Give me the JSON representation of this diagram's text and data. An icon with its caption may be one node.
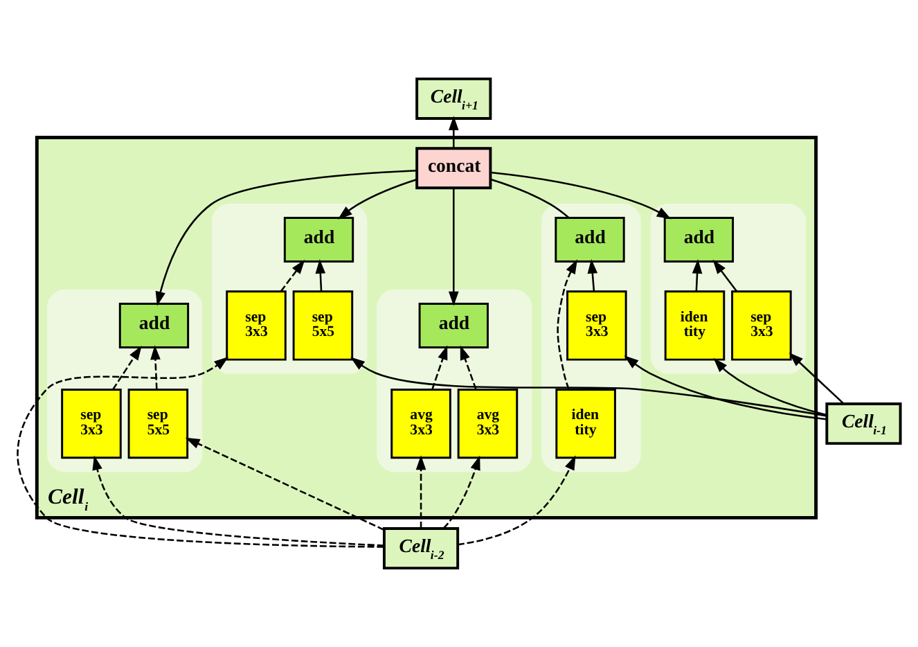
{
  "diagram": {
    "nodes": [
      {
        "text": [
          "Cell$_{i+1}$"
        ]
      },
      {
        "text": [
          "Cell$_{i}$"
        ]
      },
      {
        "text": [
          "concat"
        ],
        "in": 1
      },
      {
        "text": [],
        "shape": "box",
        "in": 1
      },
      {
        "text": [
          "add"
        ],
        "in": 3
      },
      {
        "text": [
          "sep 3x3"
        ],
        "in": 3
      },
      {
        "text": [
          "iden tity"
        ],
        "in": 3
      },
      {
        "text": [],
        "shape": "box",
        "in": 1
      },
      {
        "text": [
          "add"
        ],
        "in": 7
      },
      {
        "text": [
          "sep 3x3"
        ],
        "in": 7
      },
      {
        "text": [
          "sep 5x5"
        ],
        "in": 7
      },
      {
        "text": [],
        "shape": "box",
        "in": 1
      },
      {
        "text": [
          "add"
        ],
        "in": 11
      },
      {
        "text": [
          "sep 3x3"
        ],
        "in": 11
      },
      {
        "text": [
          "iden tity"
        ],
        "in": 11
      },
      {
        "text": [],
        "shape": "box",
        "in": 1
      },
      {
        "text": [
          "add"
        ],
        "in": 15
      },
      {
        "text": [
          "avg 3x3"
        ],
        "in": 15
      },
      {
        "text": [
          "avg 3x3"
        ],
        "in": 15
      },
      {
        "text": [],
        "shape": "box",
        "in": 1
      },
      {
        "text": [
          "add"
        ],
        "in": 19
      },
      {
        "text": [
          "sep 5x5"
        ],
        "in": 19
      },
      {
        "text": [
          "sep 3x3"
        ],
        "in": 19
      },
      {
        "text": [
          "Cell$_{i-1}$"
        ]
      },
      {
        "text": [
          "Cell$_{i-2}$"
        ]
      }
    ],
    "edges": [
      {
        "from": 2,
        "to": 0,
        "arrow": "to"
      },
      {
        "from": 2,
        "to": 4,
        "arrow": "to"
      },
      {
        "from": 2,
        "to": 8,
        "arrow": "to"
      },
      {
        "from": 2,
        "to": 12,
        "arrow": "none"
      },
      {
        "from": 2,
        "to": 16,
        "arrow": "to"
      },
      {
        "from": 2,
        "to": 20,
        "arrow": "to"
      },
      {
        "from": 5,
        "to": 4,
        "arrow": "to"
      },
      {
        "from": 6,
        "to": 4,
        "arrow": "to"
      },
      {
        "from": 9,
        "to": 8,
        "arrow": "to",
        "style": "dashed"
      },
      {
        "from": 10,
        "to": 8,
        "arrow": "to"
      },
      {
        "from": 13,
        "to": 12,
        "arrow": "to"
      },
      {
        "from": 14,
        "to": 12,
        "arrow": "to",
        "style": "dashed"
      },
      {
        "from": 17,
        "to": 16,
        "arrow": "to",
        "style": "dashed"
      },
      {
        "from": 18,
        "to": 16,
        "arrow": "to",
        "style": "dashed"
      },
      {
        "from": 21,
        "to": 20,
        "arrow": "to",
        "style": "dashed"
      },
      {
        "from": 22,
        "to": 20,
        "arrow": "to",
        "style": "dashed"
      },
      {
        "from": 23,
        "to": 5,
        "arrow": "to"
      },
      {
        "from": 23,
        "to": 6,
        "arrow": "to"
      },
      {
        "from": 23,
        "to": 10,
        "arrow": "to"
      },
      {
        "from": 23,
        "to": 13,
        "arrow": "to"
      },
      {
        "from": 24,
        "to": 9,
        "arrow": "to",
        "style": "dashed"
      },
      {
        "from": 24,
        "to": 14,
        "arrow": "to",
        "style": "dashed"
      },
      {
        "from": 24,
        "to": 17,
        "arrow": "to",
        "style": "dashed"
      },
      {
        "from": 24,
        "to": 18,
        "arrow": "to",
        "style": "dashed"
      },
      {
        "from": 24,
        "to": 21,
        "arrow": "to",
        "style": "dashed"
      },
      {
        "from": 24,
        "to": 22,
        "arrow": "to",
        "style": "dashed"
      }
    ]
  }
}
